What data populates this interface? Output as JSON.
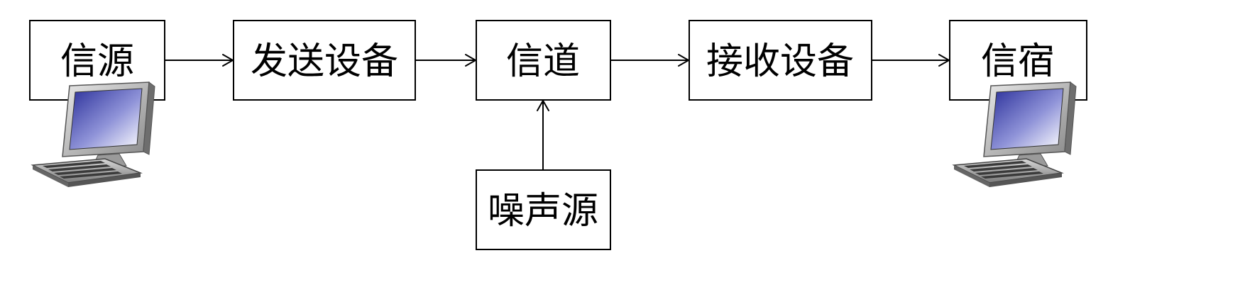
{
  "nodes": {
    "source": {
      "label": "信源"
    },
    "sender": {
      "label": "发送设备"
    },
    "channel": {
      "label": "信道"
    },
    "receiver": {
      "label": "接收设备"
    },
    "sink": {
      "label": "信宿"
    },
    "noise": {
      "label": "噪声源"
    }
  },
  "edges": [
    {
      "from": "信源",
      "to": "发送设备"
    },
    {
      "from": "发送设备",
      "to": "信道"
    },
    {
      "from": "信道",
      "to": "接收设备"
    },
    {
      "from": "接收设备",
      "to": "信宿"
    },
    {
      "from": "噪声源",
      "to": "信道"
    }
  ],
  "icons": {
    "source_computer": "desktop-computer-icon",
    "sink_computer": "desktop-computer-icon"
  }
}
